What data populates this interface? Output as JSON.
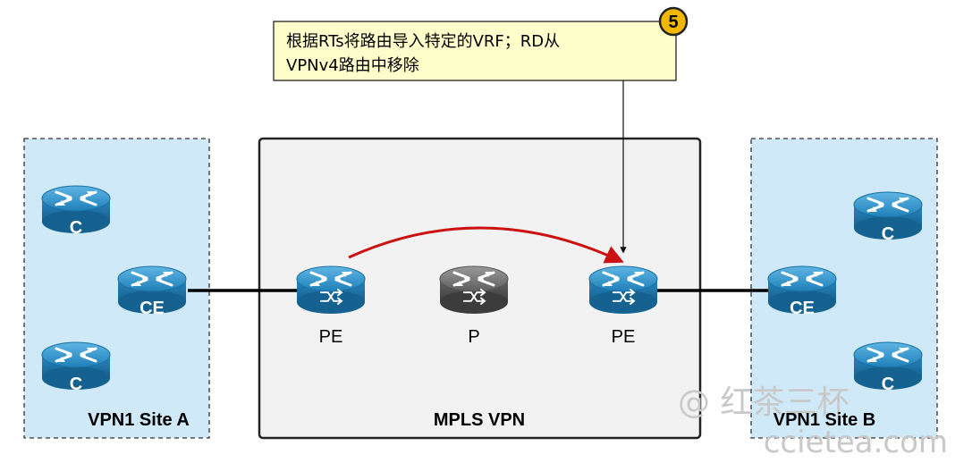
{
  "callout": {
    "step_number": "5",
    "line1": "根据RTs将路由导入特定的VRF；RD从",
    "line2": "VPNv4路由中移除"
  },
  "sites": {
    "left_label": "VPN1 Site A",
    "right_label": "VPN1 Site B"
  },
  "core": {
    "label": "MPLS VPN"
  },
  "routers": {
    "c_letter": "C",
    "ce_letter": "CE",
    "left_pe": "PE",
    "core_p": "P",
    "right_pe": "PE"
  },
  "watermark": {
    "line1": "@ 红茶三杯",
    "line2": "ccietea.com"
  },
  "colors": {
    "site_fill": "#cfe9f8",
    "core_fill": "#f2f2f2",
    "router_blue": "#2f8cc4",
    "router_grey": "#6e6e6e",
    "callout_fill": "#ffffcc",
    "badge_fill": "#f2b800",
    "route_arrow": "#cc1111"
  }
}
